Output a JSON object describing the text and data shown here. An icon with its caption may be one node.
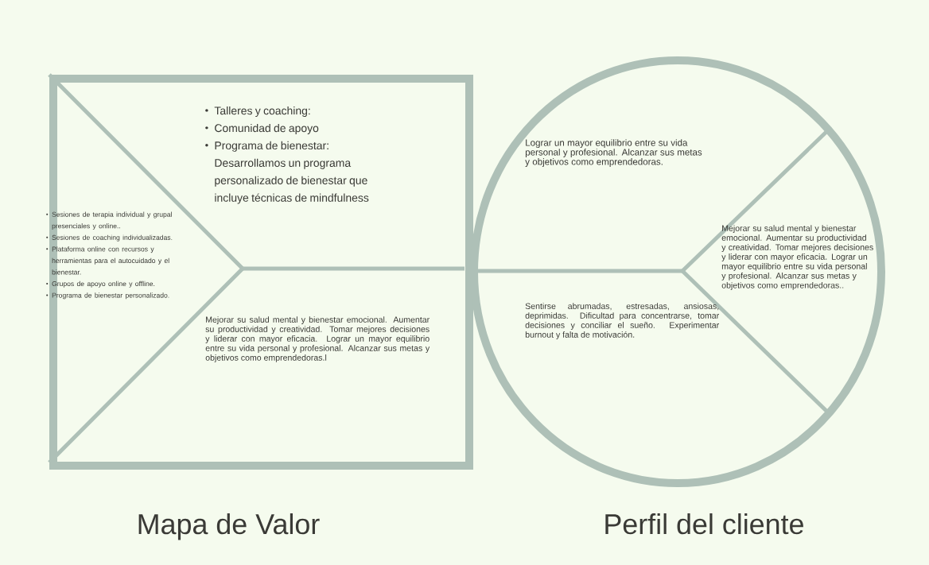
{
  "diagram": {
    "nodes": [
      {
        "text": [
          "Mapa de Valor"
        ]
      },
      {
        "text": [
          "Talleres y coaching:",
          "Comunidad de apoyo",
          "Programa de bienestar: Desarrollamos un programa personalizado de bienestar que incluye técnicas de mindfulness"
        ],
        "in": 0
      },
      {
        "text": [
          "Sesiones de terapia individual y grupal presenciales y online..",
          "Sesiones de coaching individualizadas.",
          "Plataforma online con recursos y herramientas para el autocuidado y el bienestar.",
          "Grupos de apoyo online y offline.",
          "Programa de bienestar personalizado."
        ],
        "in": 0
      },
      {
        "text": [
          "Mejorar su salud mental y bienestar emocional. Aumentar su productividad y creatividad. Tomar mejores decisiones y liderar con mayor eficacia. Lograr un mayor equilibrio entre su vida personal y profesional. Alcanzar sus metas y objetivos como emprendedoras.l"
        ],
        "in": 0
      },
      {
        "text": [
          "Perfil del cliente"
        ]
      },
      {
        "text": [
          "Lograr un mayor equilibrio entre su vida personal y profesional. Alcanzar sus metas y objetivos como emprendedoras."
        ],
        "in": 4
      },
      {
        "text": [
          "Mejorar su salud mental y bienestar emocional. Aumentar su productividad y creatividad. Tomar mejores decisiones y liderar con mayor eficacia. Lograr un mayor equilibrio entre su vida personal y profesional. Alcanzar sus metas y objetivos como emprendedoras.."
        ],
        "in": 4
      },
      {
        "text": [
          "Sentirse abrumadas, estresadas, ansiosas, deprimidas. Dificultad para concentrarse, tomar decisiones y conciliar el sueño. Experimentar burnout y falta de motivación."
        ],
        "in": 4
      }
    ]
  }
}
